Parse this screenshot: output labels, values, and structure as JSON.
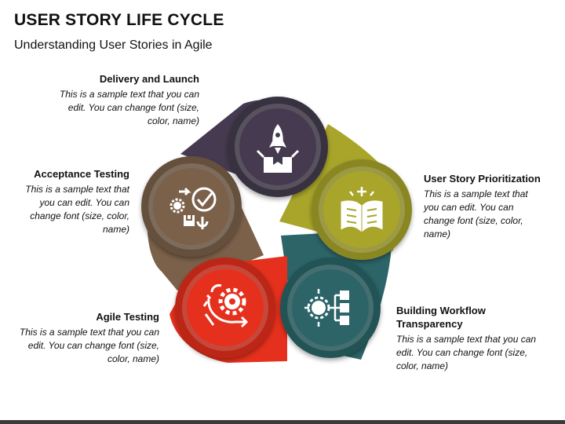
{
  "header": {
    "title": "USER STORY LIFE CYCLE",
    "subtitle": "Understanding User Stories in Agile"
  },
  "colors": {
    "delivery": "#453a4f",
    "prioritization": "#a8a52a",
    "workflow": "#2c6468",
    "agile": "#e5301d",
    "acceptance": "#7b604a"
  },
  "stages": [
    {
      "id": "delivery",
      "title": "Delivery and Launch",
      "description": "This is a sample text that you can edit. You can change font (size, color, name)",
      "icon": "rocket-box-icon"
    },
    {
      "id": "prioritization",
      "title": "User Story Prioritization",
      "description": "This is a sample text that you can edit. You can change font (size, color, name)",
      "icon": "open-book-icon"
    },
    {
      "id": "workflow",
      "title": "Building Workflow Transparency",
      "description": "This is a sample text that you can edit. You can change font (size, color, name)",
      "icon": "workflow-hierarchy-icon"
    },
    {
      "id": "agile",
      "title": "Agile Testing",
      "description": "This is a sample text that you can edit. You can change font (size, color, name)",
      "icon": "gear-cycle-icon"
    },
    {
      "id": "acceptance",
      "title": "Acceptance Testing",
      "description": "This is a sample text that you can edit. You can change font (size, color, name)",
      "icon": "checkmark-process-icon"
    }
  ]
}
